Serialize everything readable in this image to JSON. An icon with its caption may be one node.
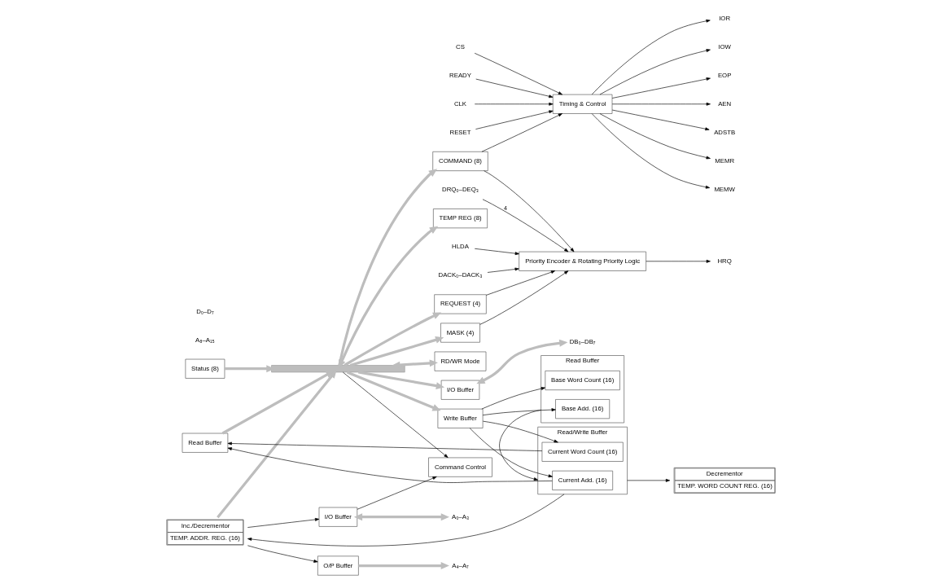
{
  "diagram": {
    "nodes": [
      {
        "text": [
          "Timing & Control"
        ]
      },
      {
        "text": [
          "EOP"
        ]
      },
      {
        "text": [
          "RESET"
        ]
      },
      {
        "text": [
          "CS"
        ]
      },
      {
        "text": [
          "READY"
        ]
      },
      {
        "text": [
          "CLK"
        ]
      },
      {
        "text": [
          "AEN"
        ]
      },
      {
        "text": [
          "ADSTB"
        ]
      },
      {
        "text": [
          "MEMR"
        ]
      },
      {
        "text": [
          "MEMW"
        ]
      },
      {
        "text": [
          "IOR"
        ]
      },
      {
        "text": [
          "IOW"
        ]
      },
      {
        "text": [
          "Decrementor",
          "TEMP. WORD COUNT REG. (16)"
        ]
      },
      {
        "text": [
          "Inc./Decrementor",
          "TEMP. ADDR. REG. (16)"
        ]
      },
      {
        "text": [
          "Read Buffer"
        ]
      },
      {
        "text": [
          "Base Add. (16)"
        ],
        "in": 14
      },
      {
        "text": [
          "Base Word Count (16)"
        ],
        "in": 14
      },
      {
        "text": [
          "Read/Write Buffer"
        ]
      },
      {
        "text": [
          "Current Add. (16)"
        ],
        "in": 17
      },
      {
        "text": [
          "Current Word Count (16)"
        ],
        "in": 17
      },
      {
        "text": [
          "Write Buffer"
        ]
      },
      {
        "text": [
          "Read Buffer"
        ]
      },
      {
        "text": [
          "I/O Buffer"
        ]
      },
      {
        "text": [
          "O/P Buffer"
        ]
      },
      {
        "text": [
          "Command Control"
        ]
      },
      {
        "text": [
          "Priority Encoder & Rotating Priority Logic"
        ]
      },
      {
        "text": [
          "COMMAND (8)"
        ]
      },
      {
        "text": [
          "MASK (4)"
        ]
      },
      {
        "text": [
          "REQUEST (4)"
        ]
      },
      {
        "text": [
          "RD/WR Mode"
        ]
      },
      {
        "text": [
          "Status (8)"
        ]
      },
      {
        "text": [
          "TEMP REG (8)"
        ]
      },
      {
        "text": [
          "I/O Buffer"
        ]
      },
      {
        "text": [],
        "shape": "bar"
      },
      {
        "text": [
          "A₀–A₃"
        ]
      },
      {
        "text": [
          "A₄–A₇"
        ]
      },
      {
        "text": [
          "DB₀–DB₇"
        ]
      },
      {
        "text": [
          "DRQ₀–DEQ₃"
        ]
      },
      {
        "text": [
          "HLDA"
        ]
      },
      {
        "text": [
          "HRQ"
        ]
      },
      {
        "text": [
          "DACK₀–DACK₃"
        ]
      }
    ],
    "edges": [
      {
        "from": 0,
        "to": 1,
        "arrow": "to"
      },
      {
        "from": 2,
        "to": 0,
        "arrow": "to"
      },
      {
        "from": 3,
        "to": 0,
        "arrow": "to"
      },
      {
        "from": 4,
        "to": 0,
        "arrow": "to"
      },
      {
        "from": 5,
        "to": 0,
        "arrow": "to"
      },
      {
        "from": 0,
        "to": 6,
        "arrow": "to"
      },
      {
        "from": 0,
        "to": 7,
        "arrow": "to"
      },
      {
        "from": 0,
        "to": 8,
        "arrow": "to"
      },
      {
        "from": 0,
        "to": 9,
        "arrow": "to"
      },
      {
        "from": 0,
        "to": 10,
        "arrow": "to"
      },
      {
        "from": 0,
        "to": 11,
        "arrow": "to"
      },
      {
        "from": 14,
        "to": 17,
        "arrow": "to"
      },
      {
        "from": 17,
        "to": 12,
        "arrow": "to"
      },
      {
        "from": 17,
        "to": 13,
        "arrow": "to"
      },
      {
        "from": 20,
        "to": 15,
        "arrow": "to"
      },
      {
        "from": 20,
        "to": 18,
        "arrow": "to"
      },
      {
        "from": 20,
        "to": 16,
        "arrow": "to"
      },
      {
        "from": 20,
        "to": 19,
        "arrow": "to"
      },
      {
        "from": 18,
        "to": 21,
        "arrow": "to"
      },
      {
        "from": 19,
        "to": 21,
        "arrow": "to"
      },
      {
        "from": 13,
        "to": 22,
        "arrow": "to"
      },
      {
        "from": 13,
        "to": 23,
        "arrow": "to"
      },
      {
        "from": 22,
        "to": 24,
        "arrow": "to"
      },
      {
        "from": 22,
        "to": 34,
        "arrow": "both",
        "style": "thick",
        "color": "#bdbdbd"
      },
      {
        "from": 23,
        "to": 35,
        "arrow": "to",
        "style": "thick",
        "color": "#bdbdbd"
      },
      {
        "from": 13,
        "to": 33,
        "arrow": "to",
        "style": "thick",
        "color": "#bdbdbd"
      },
      {
        "from": 21,
        "to": 33,
        "arrow": "to",
        "style": "thick",
        "color": "#bdbdbd"
      },
      {
        "from": 33,
        "to": 20,
        "arrow": "to",
        "style": "thick",
        "color": "#bdbdbd"
      },
      {
        "from": 33,
        "to": 26,
        "arrow": "to",
        "style": "thick",
        "color": "#bdbdbd"
      },
      {
        "from": 33,
        "to": 27,
        "arrow": "to",
        "style": "thick",
        "color": "#bdbdbd"
      },
      {
        "from": 33,
        "to": 28,
        "arrow": "to",
        "style": "thick",
        "color": "#bdbdbd"
      },
      {
        "from": 33,
        "to": 29,
        "arrow": "both",
        "style": "thick",
        "color": "#bdbdbd"
      },
      {
        "from": 30,
        "to": 33,
        "arrow": "to",
        "style": "thick",
        "color": "#bdbdbd"
      },
      {
        "from": 33,
        "to": 31,
        "arrow": "both",
        "style": "thick",
        "color": "#bdbdbd"
      },
      {
        "from": 33,
        "to": 32,
        "arrow": "to",
        "style": "thick",
        "color": "#bdbdbd"
      },
      {
        "from": 32,
        "to": 36,
        "arrow": "both",
        "style": "thick",
        "color": "#bdbdbd"
      },
      {
        "from": 33,
        "to": 24,
        "arrow": "to"
      },
      {
        "from": 26,
        "to": 0,
        "arrow": "to"
      },
      {
        "from": 26,
        "to": 25,
        "arrow": "to"
      },
      {
        "from": 27,
        "to": 25,
        "arrow": "to"
      },
      {
        "from": 28,
        "to": 25,
        "arrow": "to"
      },
      {
        "from": 37,
        "to": 25,
        "arrow": "to",
        "label": "4"
      },
      {
        "from": 38,
        "to": 25,
        "arrow": "to"
      },
      {
        "from": 25,
        "to": 39,
        "arrow": "to"
      },
      {
        "from": 40,
        "to": 25,
        "arrow": "to"
      }
    ],
    "labels": [
      "A₈–A₁₅",
      "D₀–D₇"
    ]
  }
}
